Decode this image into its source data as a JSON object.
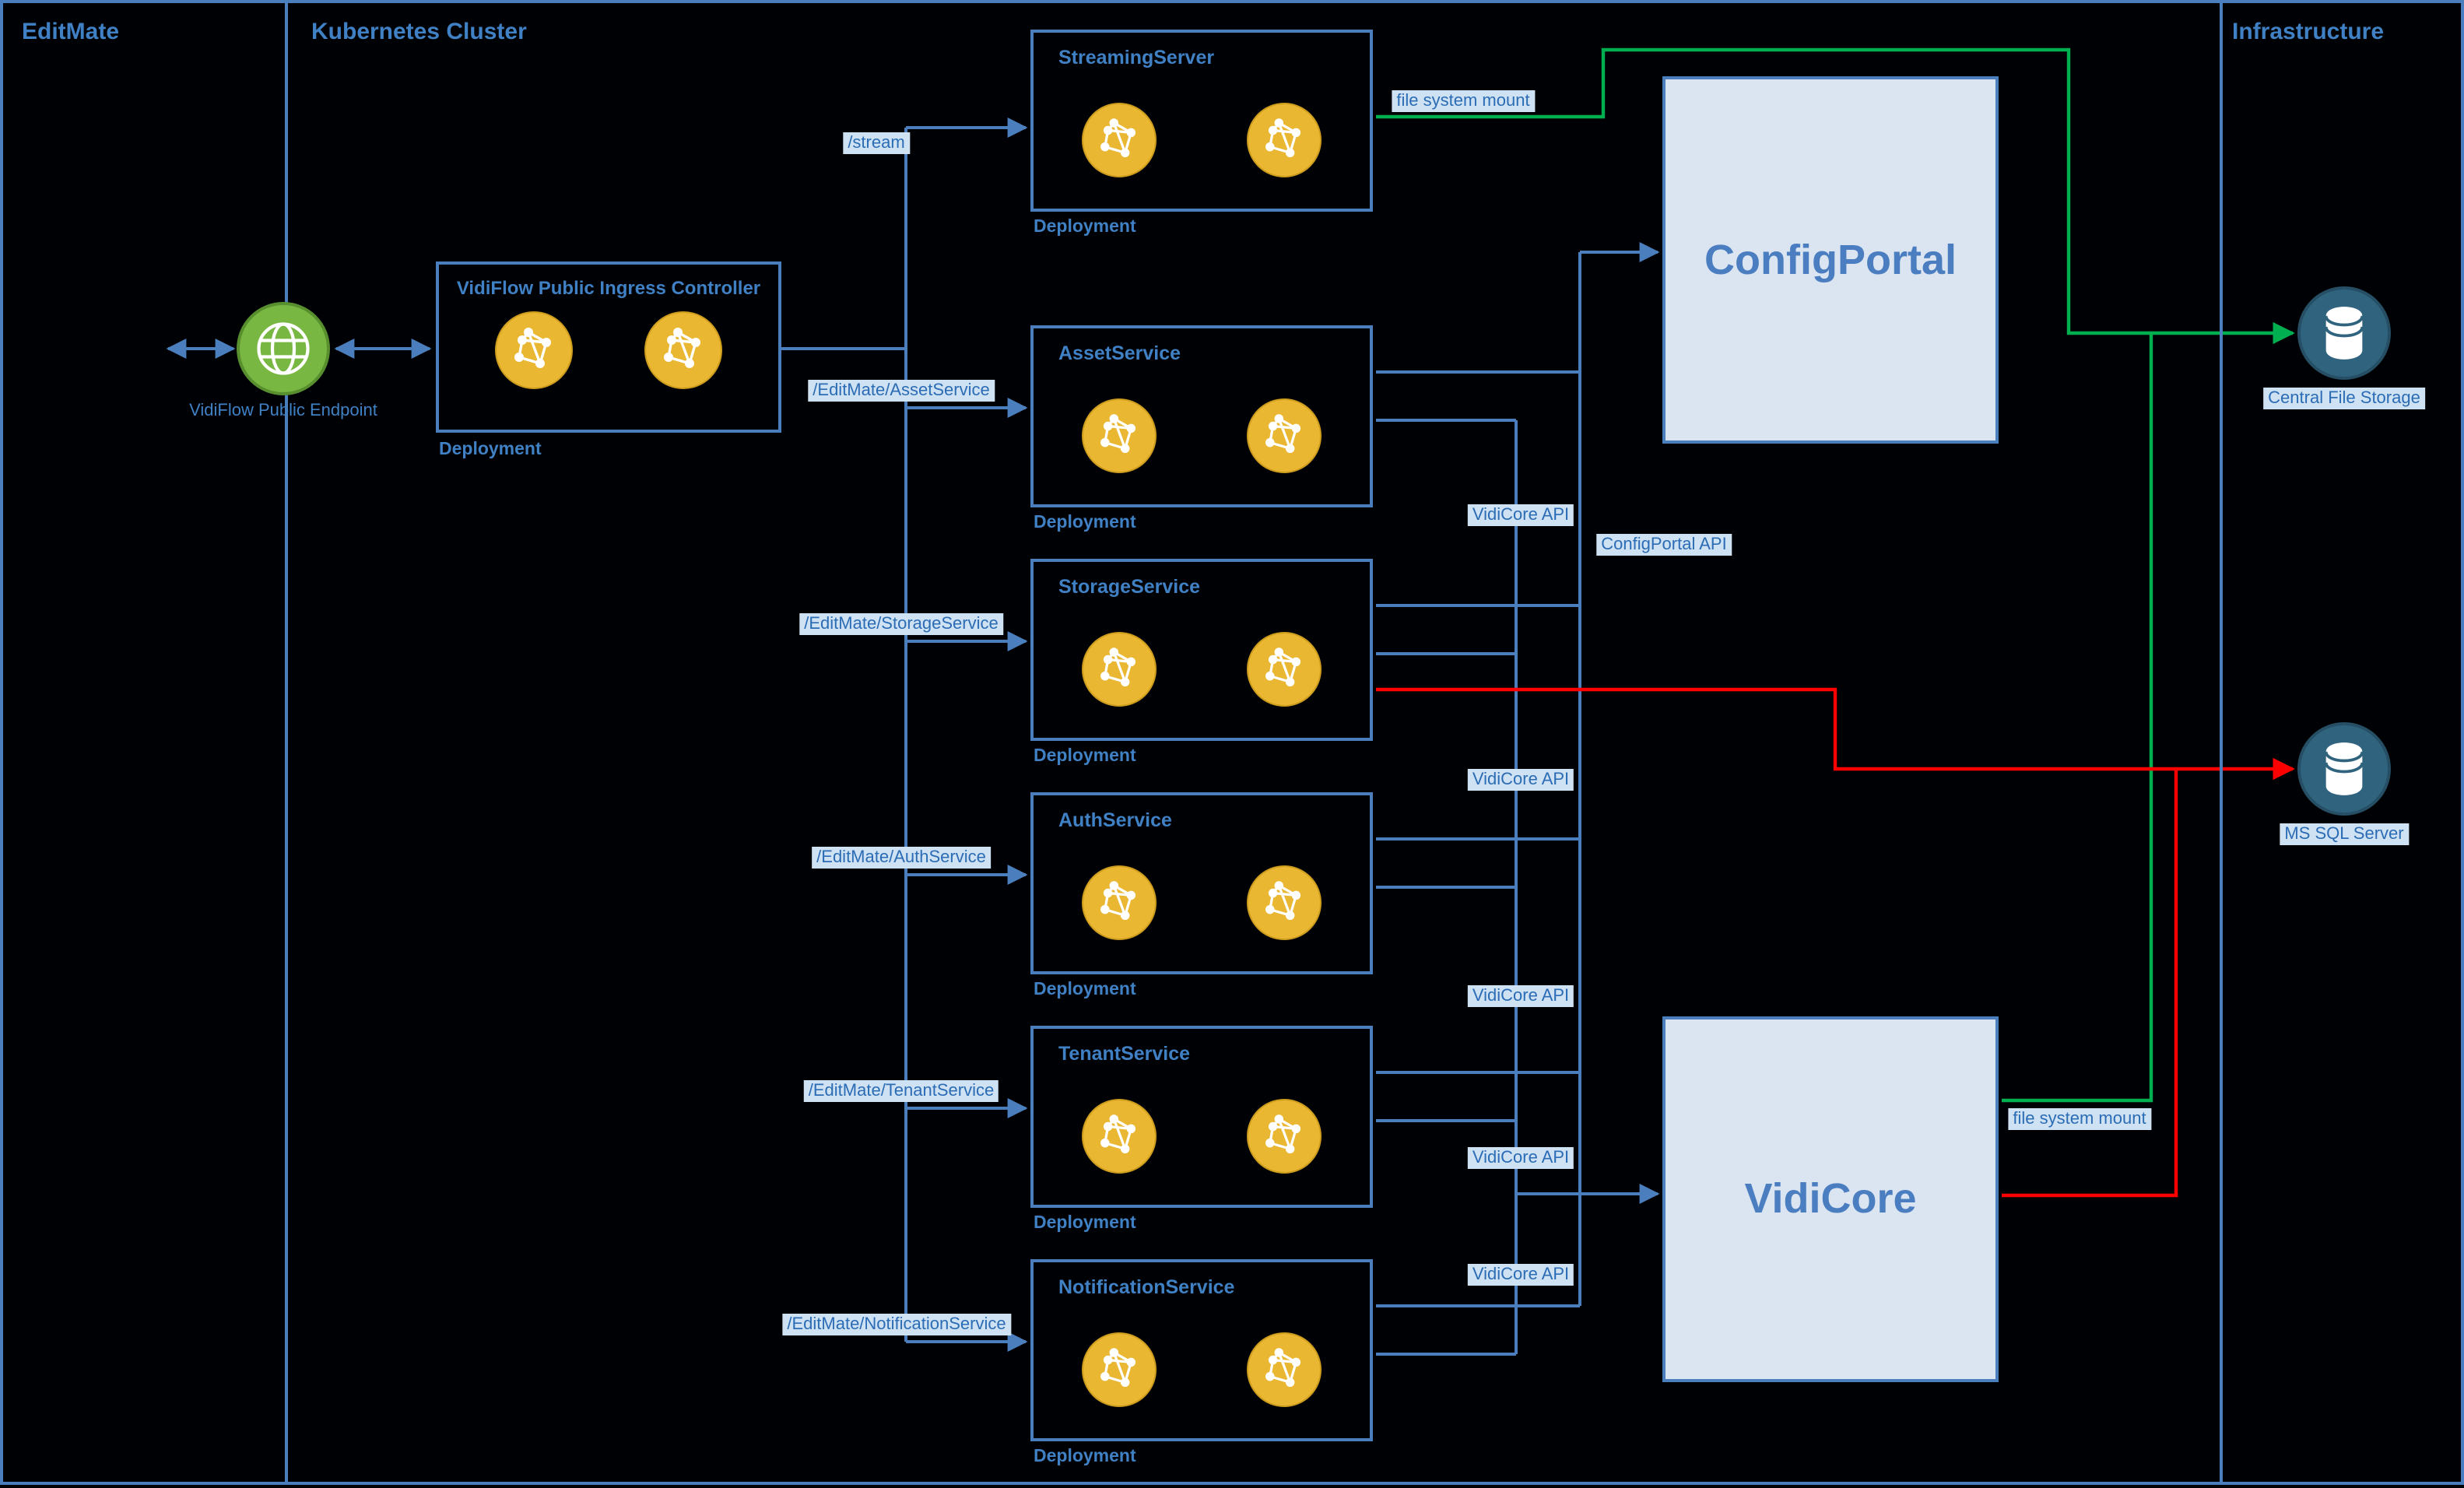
{
  "colors": {
    "background": "#000104",
    "line_blue": "#4a7ebc",
    "line_green": "#00b050",
    "line_red": "#ff0000",
    "label_highlight_bg": "#cfe2f3",
    "text_blue": "#3f81c4",
    "big_box_fill": "#dbe5f1",
    "pod_yellow": "#eab733",
    "endpoint_green": "#79b743",
    "database_blue": "#2f637e"
  },
  "sections": {
    "left": "EditMate",
    "middle": "Kubernetes Cluster",
    "right": "Infrastructure"
  },
  "endpoint": {
    "label": "VidiFlow Public Endpoint"
  },
  "ingress": {
    "title": "VidiFlow Public Ingress Controller",
    "deployment_label": "Deployment"
  },
  "services": [
    {
      "title": "StreamingServer",
      "deployment_label": "Deployment",
      "route_label": "/stream"
    },
    {
      "title": "AssetService",
      "deployment_label": "Deployment",
      "route_label": "/EditMate/AssetService"
    },
    {
      "title": "StorageService",
      "deployment_label": "Deployment",
      "route_label": "/EditMate/StorageService"
    },
    {
      "title": "AuthService",
      "deployment_label": "Deployment",
      "route_label": "/EditMate/AuthService"
    },
    {
      "title": "TenantService",
      "deployment_label": "Deployment",
      "route_label": "/EditMate/TenantService"
    },
    {
      "title": "NotificationService",
      "deployment_label": "Deployment",
      "route_label": "/EditMate/NotificationService"
    }
  ],
  "big_boxes": {
    "config_portal": "ConfigPortal",
    "vidicore": "VidiCore"
  },
  "infrastructure_nodes": {
    "central_file_storage": "Central File Storage",
    "ms_sql_server": "MS SQL Server"
  },
  "edge_labels": {
    "file_system_mount_top": "file system mount",
    "file_system_mount_bottom": "file system mount",
    "configportal_api": "ConfigPortal API",
    "vidicore_api": [
      "VidiCore API",
      "VidiCore API",
      "VidiCore API",
      "VidiCore API",
      "VidiCore API"
    ]
  },
  "edges": [
    {
      "from": "External",
      "to": "VidiFlow Public Endpoint",
      "style": "bidirectional",
      "color": "blue"
    },
    {
      "from": "VidiFlow Public Endpoint",
      "to": "VidiFlow Public Ingress Controller",
      "style": "bidirectional",
      "color": "blue"
    },
    {
      "from": "VidiFlow Public Ingress Controller",
      "to": "StreamingServer",
      "label": "/stream",
      "color": "blue"
    },
    {
      "from": "VidiFlow Public Ingress Controller",
      "to": "AssetService",
      "label": "/EditMate/AssetService",
      "color": "blue"
    },
    {
      "from": "VidiFlow Public Ingress Controller",
      "to": "StorageService",
      "label": "/EditMate/StorageService",
      "color": "blue"
    },
    {
      "from": "VidiFlow Public Ingress Controller",
      "to": "AuthService",
      "label": "/EditMate/AuthService",
      "color": "blue"
    },
    {
      "from": "VidiFlow Public Ingress Controller",
      "to": "TenantService",
      "label": "/EditMate/TenantService",
      "color": "blue"
    },
    {
      "from": "VidiFlow Public Ingress Controller",
      "to": "NotificationService",
      "label": "/EditMate/NotificationService",
      "color": "blue"
    },
    {
      "from": "AssetService",
      "to": "ConfigPortal",
      "label": "ConfigPortal API",
      "color": "blue"
    },
    {
      "from": "AssetService",
      "to": "VidiCore",
      "label": "VidiCore API",
      "color": "blue"
    },
    {
      "from": "StorageService",
      "to": "VidiCore",
      "label": "VidiCore API",
      "color": "blue"
    },
    {
      "from": "AuthService",
      "to": "VidiCore",
      "label": "VidiCore API",
      "color": "blue"
    },
    {
      "from": "TenantService",
      "to": "VidiCore",
      "label": "VidiCore API",
      "color": "blue"
    },
    {
      "from": "NotificationService",
      "to": "VidiCore",
      "label": "VidiCore API",
      "color": "blue"
    },
    {
      "from": "StreamingServer",
      "to": "Central File Storage",
      "label": "file system mount",
      "color": "green"
    },
    {
      "from": "VidiCore",
      "to": "Central File Storage",
      "label": "file system mount",
      "color": "green"
    },
    {
      "from": "StorageService",
      "to": "MS SQL Server",
      "color": "red"
    },
    {
      "from": "VidiCore",
      "to": "MS SQL Server",
      "color": "red"
    }
  ]
}
